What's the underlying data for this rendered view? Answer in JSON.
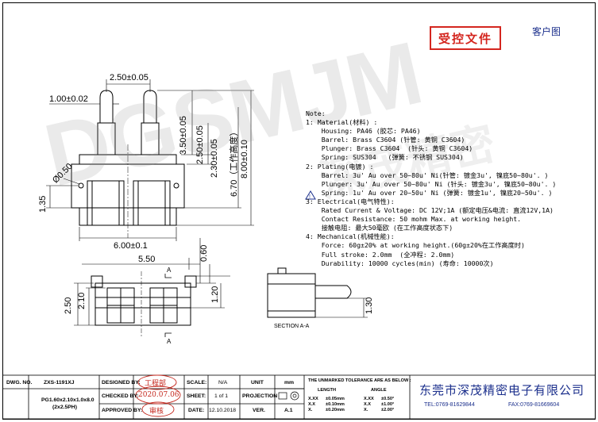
{
  "header": {
    "controlled_stamp": "受控文件",
    "customer_drawing": "客户图"
  },
  "dimensions": {
    "pitch": "2.50±0.05",
    "plunger_dia": "1.00±0.02",
    "plunger_ext": "3.50±0.05",
    "a250": "2.50±0.05",
    "a230": "2.30±0.05",
    "work_height": "6.70（工作高度）",
    "total_height": "8.00±0.10",
    "hole": "Ø0.50",
    "h135": "1.35",
    "width": "6.00±0.1",
    "w550": "5.50",
    "t060": "0.60",
    "b250": "2.50",
    "b210": "2.10",
    "b120": "1.20",
    "s130": "1.30",
    "section_mark": "A",
    "section_label": "SECTION   A-A"
  },
  "notes": [
    "Note:",
    "1: Material(材料) :",
    "    Housing: PA46 (胶芯: PA46)",
    "    Barrel: Brass C3604 (针管: 黄铜 C3604)",
    "    Plunger: Brass C3604  (针头: 黄铜 C3604)",
    "    Spring: SUS304   (弹簧: 不锈钢 SUS304)",
    "2: Plating(电镀) :",
    "    Barrel: 3u' Au over 50~80u' Ni(针管: 镀金3u', 镍底50~80u'. )",
    "    Plunger: 3u' Au over 50~80u' Ni (针头: 镀金3u', 镍底50~80u'. )",
    "    Spring: 1u' Au over 20~50u' Ni (弹簧: 镀金1u', 镍底20~50u'. )",
    "3: Electrical(电气特性):",
    "    Rated Current & Voltage: DC 12V;1A (额定电压&电流: 直流12V,1A)",
    "    Contact Resistance: 50 mohm Max. at working height.",
    "    接触电阻: 最大50毫欧 (在工作高度状态下)",
    "4: Mechanical(机械性能):",
    "    Force: 60g±20% at working height.(60g±20%在工作高度时)",
    "    Full stroke: 2.0mm  (全冲程: 2.0mm)",
    "    Durability: 10000 cycles(min) (寿命: 10000次)"
  ],
  "watermark": "DGSMJM",
  "watermark_cn": "深茂精密",
  "title_block": {
    "dwg_no_label": "DWG. NO.",
    "dwg_no": "ZXS-1191XJ",
    "desc_line1": "PG1.60x2.10x1.0x8.0",
    "desc_line2": "(2x2.5PH)",
    "designed_label": "DESIGNED BY:",
    "checked_label": "CHECKED BY:",
    "approved_label": "APPROVED BY:",
    "designed_sign": "工程部",
    "checked_sign": "2020.07.06",
    "approved_sign": "审核",
    "scale_label": "SCALE:",
    "scale": "N/A",
    "sheet_label": "SHEET:",
    "sheet": "1  of  1",
    "date_label": "DATE:",
    "date": "12.10.2018",
    "unit_label": "UNIT",
    "unit": "mm",
    "projection_label": "PROJECTION",
    "ver_label": "VER.",
    "ver": "A.1",
    "tolerance_title": "THE UNMARKED TOLERANCE ARE AS BELOW :",
    "length_label": "LENGTH",
    "angle_label": "ANGLE",
    "len_rows": [
      [
        "X.XX",
        "±0.05mm"
      ],
      [
        "X.X",
        "±0.10mm"
      ],
      [
        "X.",
        "±0.20mm"
      ]
    ],
    "ang_rows": [
      [
        "X.XX",
        "±0.50°"
      ],
      [
        "X.X",
        "±1.00°"
      ],
      [
        "X.",
        "±2.00°"
      ]
    ],
    "company": "东莞市深茂精密电子有限公司",
    "tel": "TEL:0769-81629844",
    "fax": "FAX:0769-81669604"
  }
}
